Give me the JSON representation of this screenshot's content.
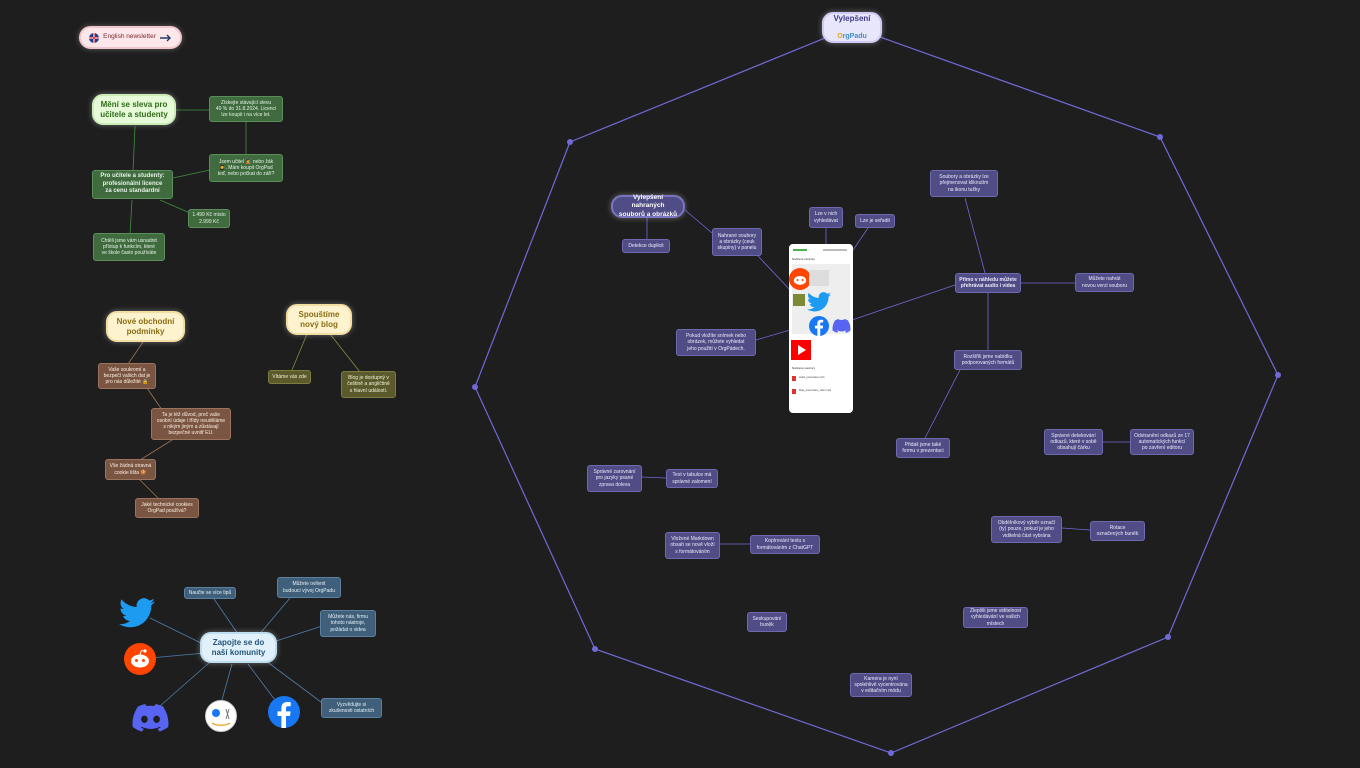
{
  "newsletter": {
    "label": "English newsletter",
    "flag_icon": "uk-flag-icon",
    "arrow_icon": "arrow-right-icon"
  },
  "title_main": {
    "line1": "Vylepšení",
    "brand_o": "O",
    "brand_rest": "rgPadu"
  },
  "edu": {
    "root": "Mění se sleva pro\nučitele a studenty",
    "prof": "Pro učitele a studenty:\nprofesionální licence\nza cenu standardní",
    "discount": "Získejte stávající slevu\n40 % do 31.8.2024. Licenci\nlze koupit i na více let.",
    "who": "Jsem učitel 🧑‍🏫 nebo žák\n👩‍🎓. Mám koupit OrgPad\nteď, nebo počkat do září?",
    "price": "1.499 Kč místo\n2.999 Kč",
    "access": "Chtěli jsme vám usnadnit\npřístup k funkcím, které\nve škole často používáte"
  },
  "terms": {
    "root": "Nové obchodní\npodmínky",
    "data": "Vaše soukromí a\nbezpečí vašich dat je\npro nás důležité 🔒",
    "why": "Ta je též důvod, proč vaše\nosobní údaje i třídy neuděláme\ns nikým jiným a zůstávají\nbezpečné uvnitř EU.",
    "plain": "Vše žádná otravná\ncookie lišta 🍪",
    "cookies": "Jaké technické cookies\nOrgPad používá?"
  },
  "blog": {
    "root": "Spouštíme\nnový blog",
    "welcome": "Vítáme vás zde",
    "lang": "Blog je dostupný v\nčeštině a angličtině\ns hlavní událostí."
  },
  "community": {
    "root": "Zapojte se do\nnaší komunity",
    "learn": "Naučte se více tipů",
    "shape": "Můžete ovlivnit\nbudoucí vývoj OrgPadu",
    "share": "Můžete nás, firmu\ntohoto nástroje,\npožádat o videa",
    "follow": "Vyzvědujte si\nzkušenosti ostatních",
    "icons": [
      "twitter-icon",
      "reddit-icon",
      "discord-icon",
      "orgpad-group-icon",
      "facebook-icon"
    ]
  },
  "improvements": {
    "uploads": "Vylepšení nahraných\nsouborů a obrázků",
    "dupes": "Detekce duplicit",
    "uploaded": "Nahrané soubory\na obrázky (ceuk\nskupiny) v panelu",
    "view": "Lze v nich\nvyhledávat",
    "sort": "Lze je seřadit",
    "paste": "Pokud vložíte snímek nebo\nobrázek, můžete vyhledat\njeho použití v OrgPádech.",
    "files": "Soubory a obrázky lze\npřejmenovat kliknutím\nna ikonu tužky",
    "preview": "Přímo v náhledu můžete\npřehrávat audio i videa",
    "attach": "Můžete nahrát\nnovou verzi souboru",
    "dictate": "Rozšířili jsme nabídku\npodporovaných formátů",
    "drag": "Přidali jsme také\nformu v prezentaci",
    "detect": "Správné detekování\nodkazů, které v sobě\nobsahují čárku",
    "cut": "Odstranění odkazů ze 17\nautomatických funkcí\npo zavření editoru",
    "lang_sort": "Správné zarovnání\npro jazyky psané\nzprava doleva",
    "text_right": "Text v tabulce má\nsprávné zalomení",
    "markdown": "Vložené Markdown\nobsah se nově vloží\ns formátováním",
    "chatgpt": "Kopírování textu s\nformátováním z ChatGPT",
    "select_box": "Obdélníkový výběr označí\n(ty) pouze, pokud je jeho\nviditelná část vybrána",
    "rotate": "Rotace\noznačených buněk",
    "selection": "Seskupování\nbuněk",
    "bigger": "Zlepšili jsme viditelnost\nvyhledávání ve vašich místech",
    "camera": "Kamera je nyní\nspolehlivě vycentrována\nv editačním módu"
  },
  "phone_screen": {
    "section1": "Nahrané obrázky",
    "section2": "Nahrané soubory",
    "file1": "audio_prezentace.mp3",
    "file2": "Moje_prezentace_video.mp4",
    "app_icons": [
      "reddit-icon",
      "twitter-icon",
      "facebook-icon",
      "discord-icon",
      "youtube-icon"
    ]
  },
  "colors": {
    "edge": "#6f6ad6",
    "background": "#1e1e1e"
  }
}
